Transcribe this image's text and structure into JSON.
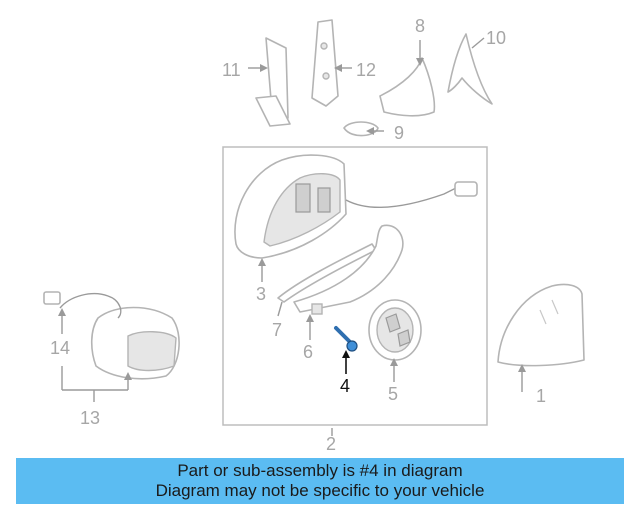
{
  "diagram": {
    "callouts": {
      "c1": "1",
      "c2": "2",
      "c3": "3",
      "c4": "4",
      "c5": "5",
      "c6": "6",
      "c7": "7",
      "c8": "8",
      "c9": "9",
      "c10": "10",
      "c11": "11",
      "c12": "12",
      "c13": "13",
      "c14": "14"
    },
    "highlighted_part": "4",
    "colors": {
      "part_outline": "#b4b4b4",
      "highlight": "#3f8fd8",
      "banner": "#5bbcf2"
    }
  },
  "banner": {
    "line1": "Part or sub-assembly is #4 in diagram",
    "line2": "Diagram may not be specific to your vehicle"
  }
}
